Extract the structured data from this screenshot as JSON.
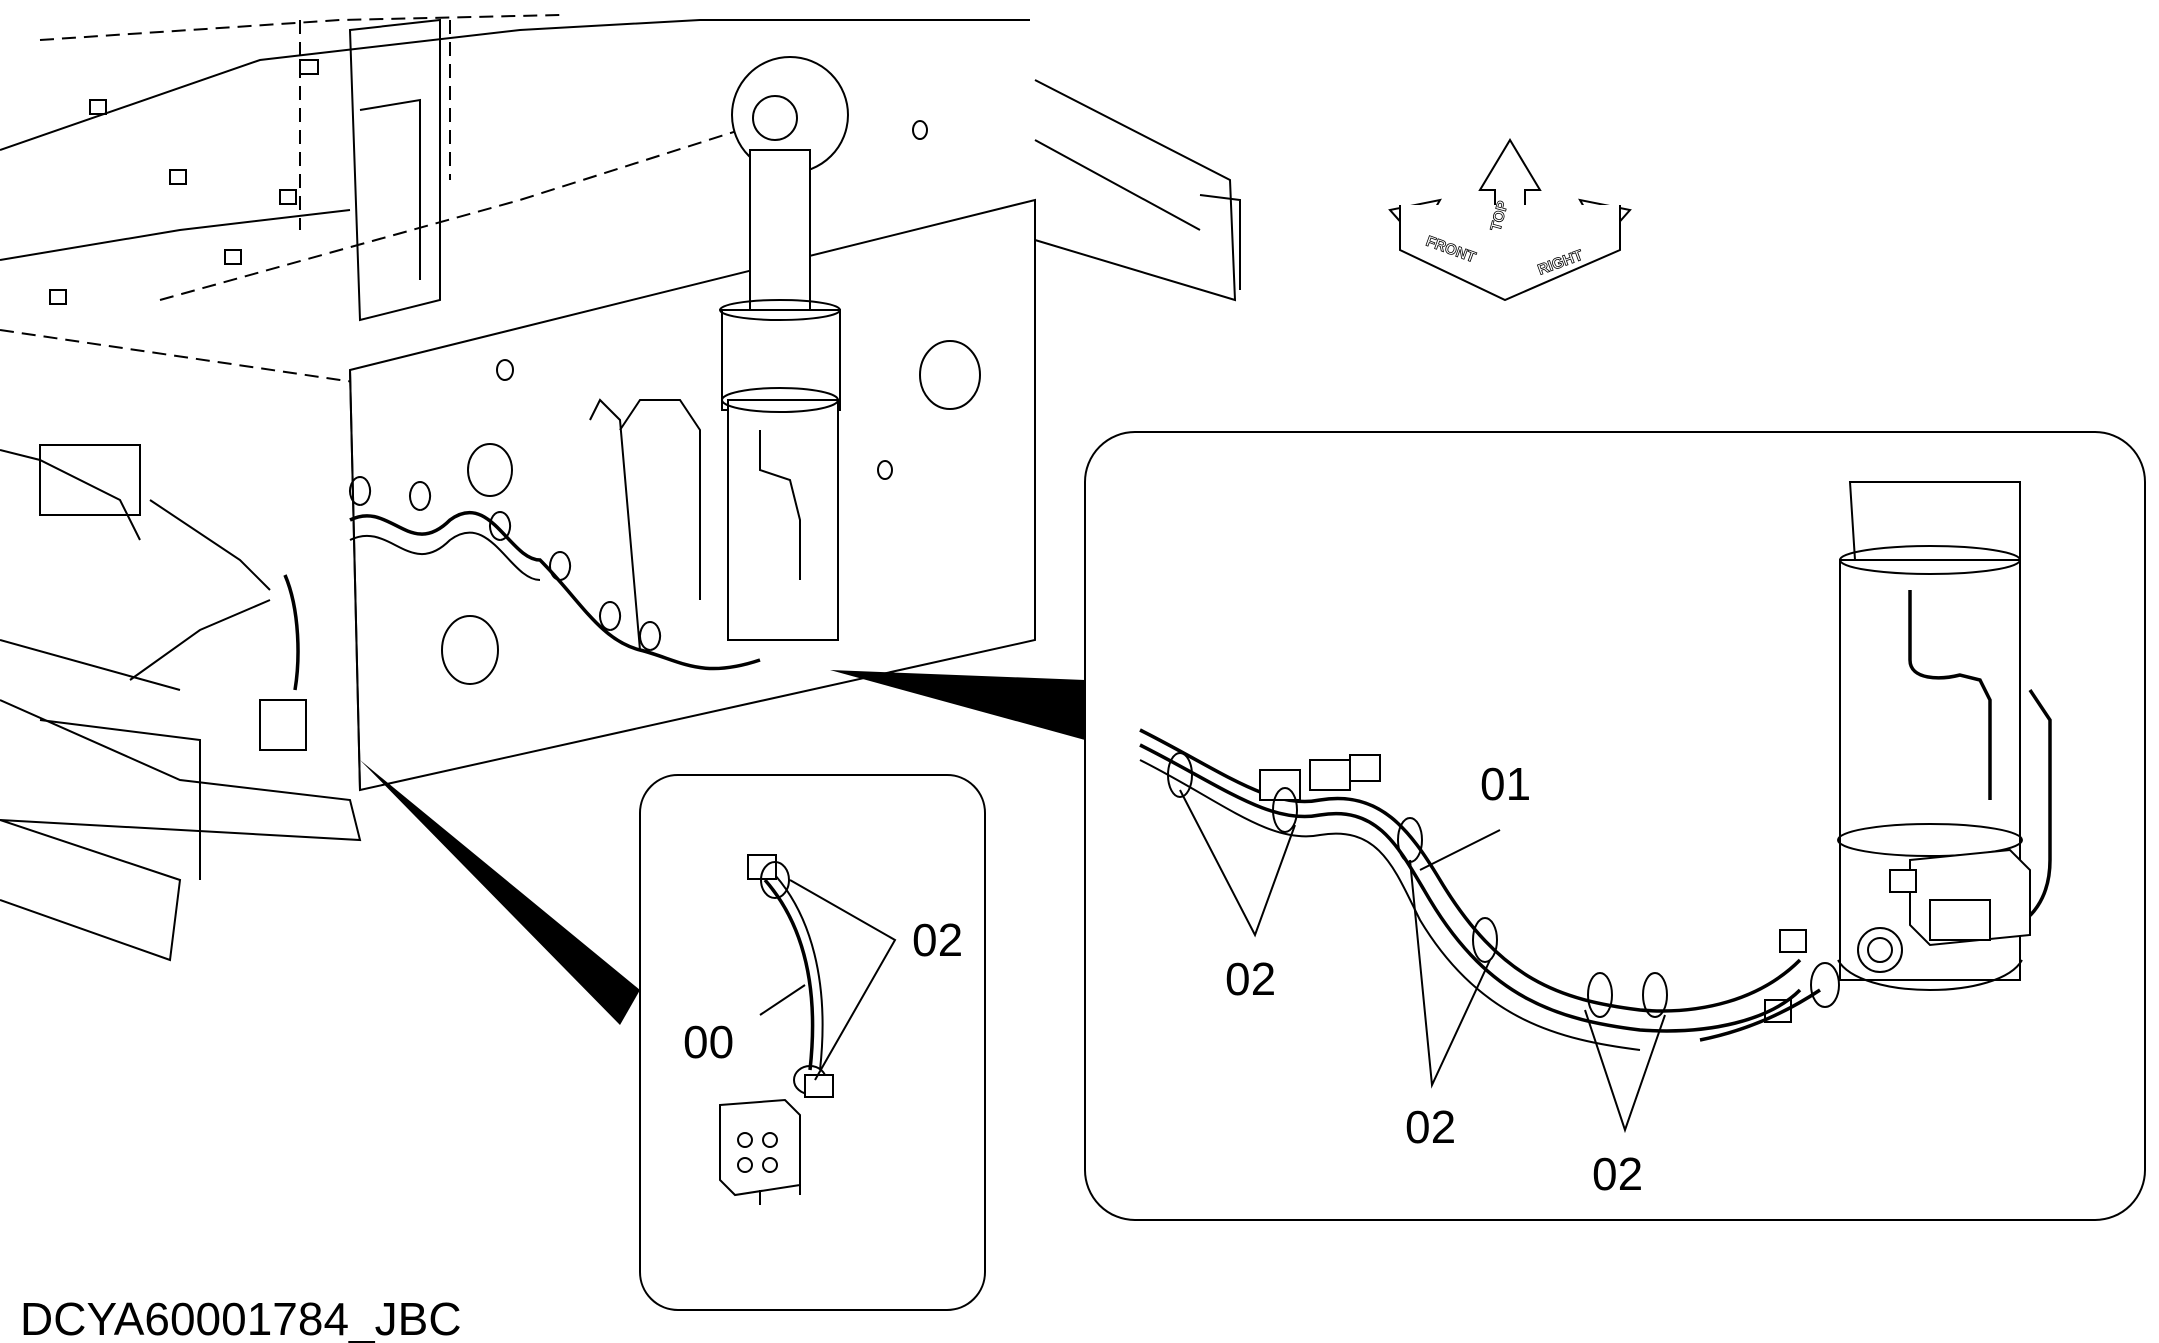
{
  "drawing": {
    "code": "DCYA60001784_JBC",
    "orientation": {
      "top": "TOP",
      "front": "FRONT",
      "right": "RIGHT"
    },
    "callouts": {
      "small_detail": [
        "02",
        "00"
      ],
      "large_detail": [
        "01",
        "02",
        "02",
        "02"
      ]
    }
  }
}
